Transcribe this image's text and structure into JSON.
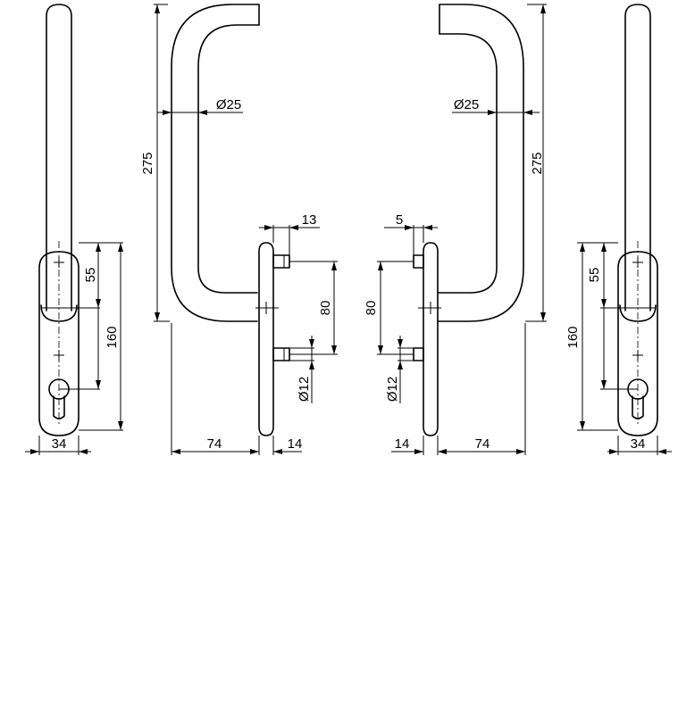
{
  "dimensions": {
    "left_side_width": "34",
    "left_side_55": "55",
    "left_side_160": "160",
    "left_front_275": "275",
    "left_front_dia25": "Ø25",
    "left_front_74": "74",
    "left_front_14": "14",
    "left_front_13": "13",
    "left_front_80": "80",
    "left_front_dia12": "Ø12",
    "right_front_275": "275",
    "right_front_dia25": "Ø25",
    "right_front_74": "74",
    "right_front_14": "14",
    "right_front_5": "5",
    "right_front_80": "80",
    "right_front_dia12": "Ø12",
    "right_side_width": "34",
    "right_side_55": "55",
    "right_side_160": "160"
  }
}
